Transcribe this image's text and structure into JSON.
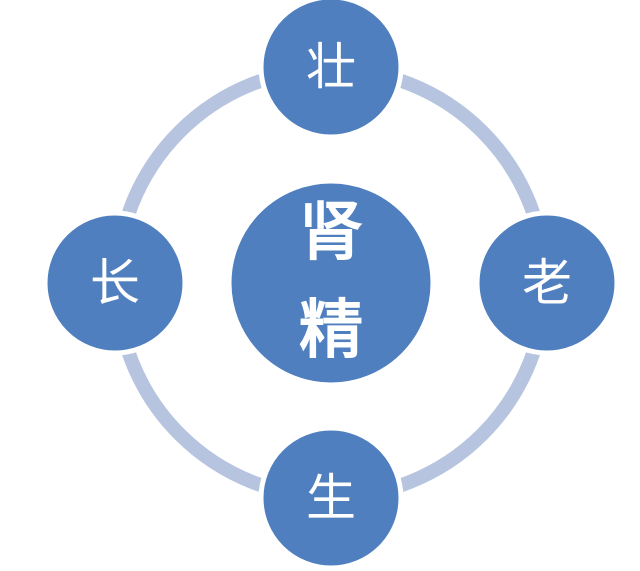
{
  "diagram": {
    "center": {
      "line1": "肾",
      "line2": "精"
    },
    "nodes": {
      "top": "壮",
      "right": "老",
      "bottom": "生",
      "left": "长"
    },
    "colors": {
      "node_fill": "#4f7fbe",
      "node_stroke": "#ffffff",
      "ring": "#b6c4df"
    }
  }
}
